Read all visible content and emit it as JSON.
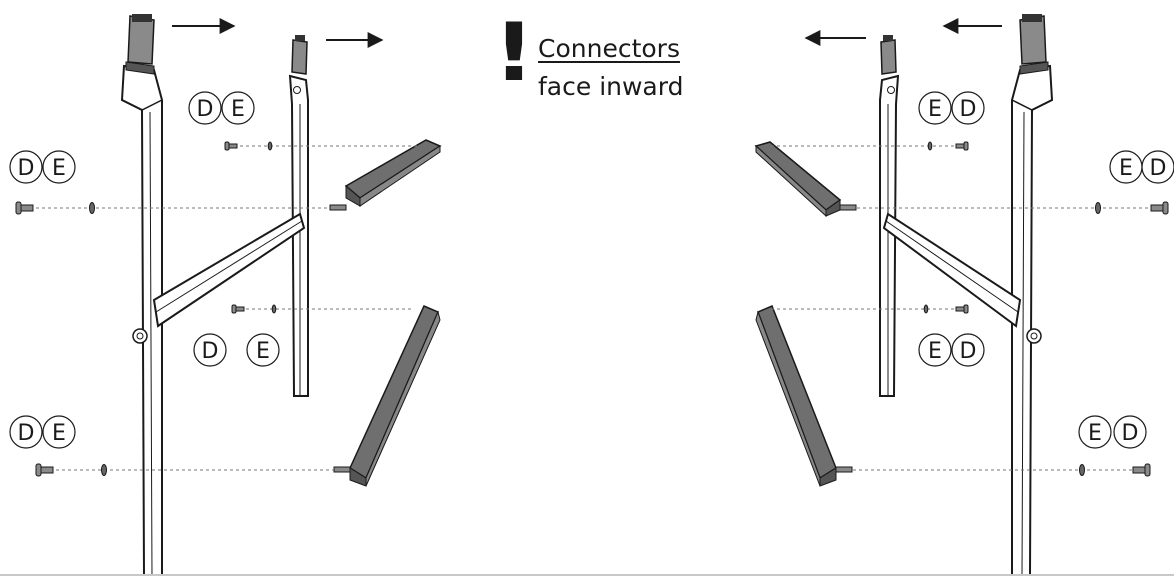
{
  "note": {
    "title": "Connectors",
    "body": "face inward",
    "mark": "!"
  },
  "part_labels": {
    "d": "D",
    "e": "E"
  },
  "colors": {
    "line": "#1a1a1a",
    "frame_fill": "#ffffff",
    "rail_fill": "#6f6f6f",
    "connector_fill": "#8a8a8a",
    "dashed": "#777777"
  }
}
